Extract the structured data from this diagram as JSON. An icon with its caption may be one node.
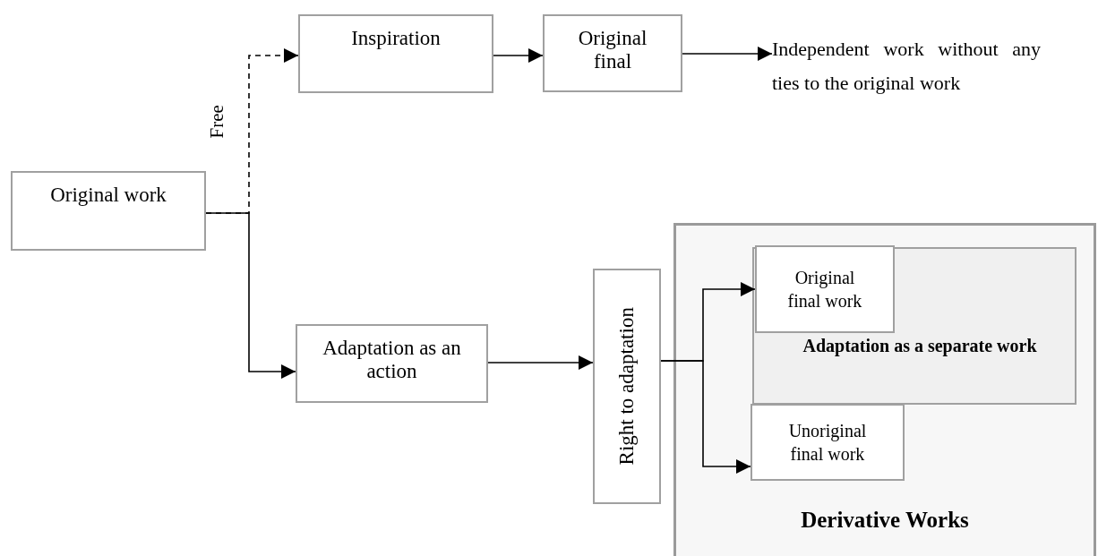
{
  "diagram": {
    "nodes": [
      {
        "text": [
          "Original work"
        ]
      },
      {
        "text": [
          "Inspiration"
        ]
      },
      {
        "text": [
          "Original final"
        ]
      },
      {
        "text": [
          "Independent work without any ties to the original work"
        ]
      },
      {
        "text": [
          "Adaptation as an action"
        ]
      },
      {
        "text": [
          "Right to adaptation"
        ]
      },
      {
        "text": [
          "Derivative Works"
        ]
      },
      {
        "text": [
          "Adaptation as a separate work"
        ],
        "in": 6
      },
      {
        "text": [
          "Original final work"
        ],
        "in": 7
      },
      {
        "text": [
          "Unoriginal final work"
        ],
        "in": 6
      }
    ],
    "edges": [
      {
        "from": 0,
        "to": 1,
        "arrow": "to",
        "style": "dashed",
        "label": "Free"
      },
      {
        "from": 0,
        "to": 4,
        "arrow": "to"
      },
      {
        "from": 1,
        "to": 2,
        "arrow": "to"
      },
      {
        "from": 2,
        "to": 3,
        "arrow": "to"
      },
      {
        "from": 4,
        "to": 5,
        "arrow": "to"
      },
      {
        "from": 5,
        "to": 8,
        "arrow": "to"
      },
      {
        "from": 5,
        "to": 9,
        "arrow": "to"
      }
    ]
  }
}
